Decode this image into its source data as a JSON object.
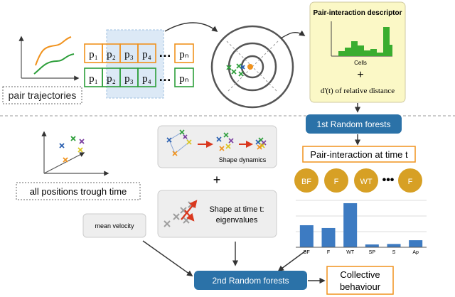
{
  "colors": {
    "orange": "#f0921d",
    "green": "#2c9e3a",
    "blue_bar": "#3d7bc2",
    "rf_box": "#2b72a8",
    "gold": "#d7a025",
    "descriptor_bg": "#fbf8c6",
    "shade": "#dce9f6"
  },
  "top": {
    "pair_trajectories": "pair trajectories",
    "orange_row": [
      "p₁",
      "p₂",
      "p₃",
      "p₄",
      "…",
      "pₙ"
    ],
    "green_row": [
      "p₁",
      "p₂",
      "p₃",
      "p₄",
      "…",
      "pₙ"
    ],
    "descriptor_title": "Pair-interaction descriptor",
    "cells_label": "Cells",
    "plus": "+",
    "distance_label": "d'(t) of relative distance"
  },
  "rf1": {
    "label": "1st Random forests"
  },
  "pair_time": {
    "label": "Pair-interaction at time t"
  },
  "circles": [
    "BF",
    "F",
    "WT",
    "F"
  ],
  "circle_ellipsis": "•••",
  "shape_dynamics": {
    "label": "Shape dynamics"
  },
  "plus_mid": "+",
  "shape_time": {
    "line1": "Shape at time t:",
    "line2": "eigenvalues"
  },
  "all_positions": {
    "label": "all positions trough time"
  },
  "mean_velocity": {
    "label": "mean velocity"
  },
  "rf2": {
    "label": "2nd Random forests"
  },
  "collective": {
    "line1": "Collective",
    "line2": "behaviour"
  },
  "chart_data": {
    "type": "bar",
    "categories": [
      "BF",
      "F",
      "WT",
      "SP",
      "S",
      "Ap"
    ],
    "values": [
      0.47,
      0.41,
      0.94,
      0.06,
      0.07,
      0.15
    ],
    "ylim": [
      0,
      1
    ]
  }
}
